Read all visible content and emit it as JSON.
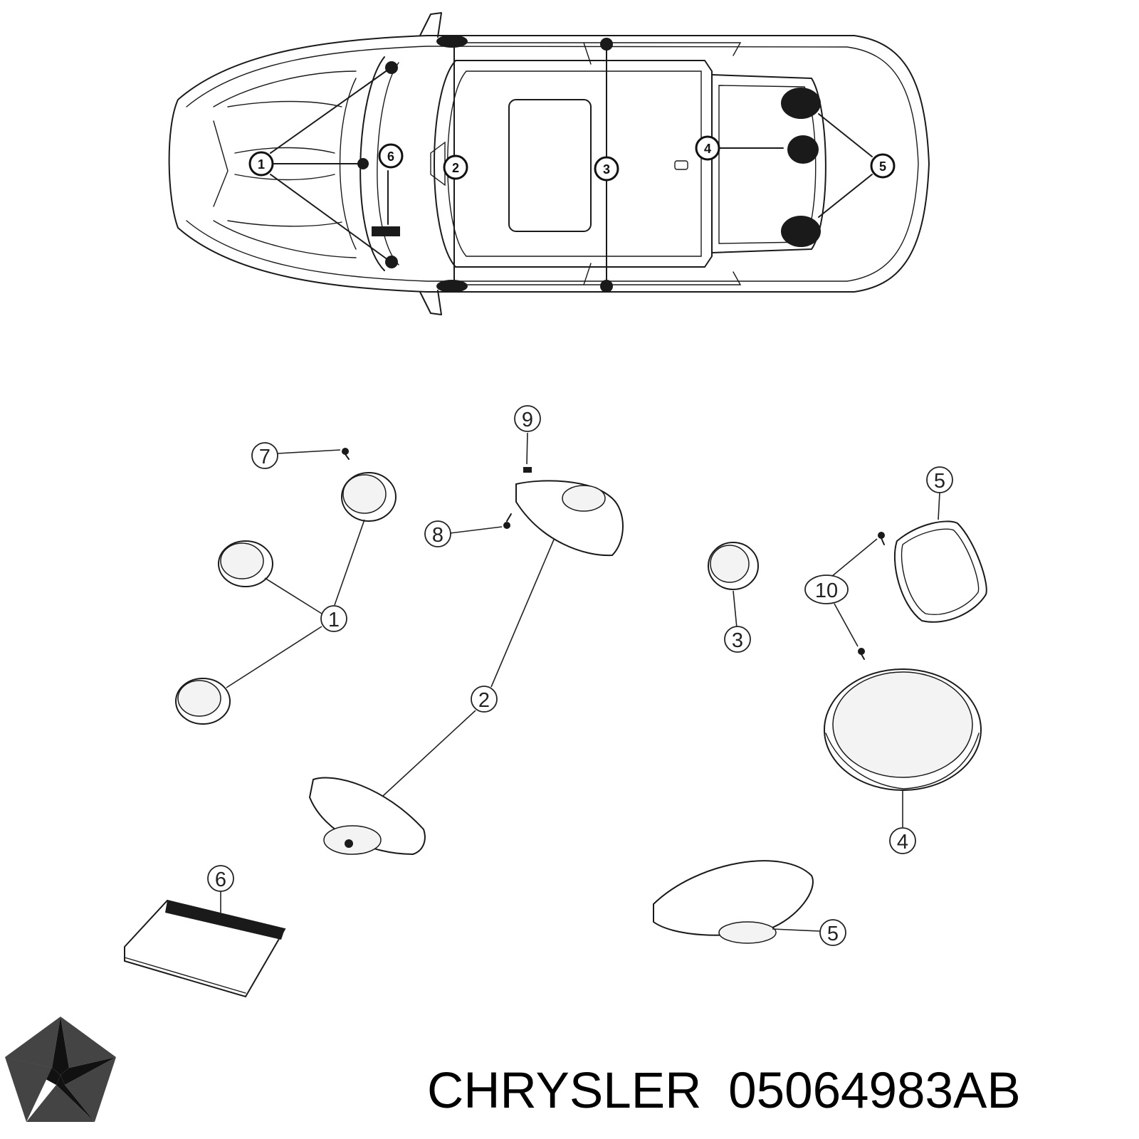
{
  "car_callouts": [
    "1",
    "2",
    "3",
    "4",
    "5",
    "6"
  ],
  "part_callouts": {
    "c1": "1",
    "c2": "2",
    "c3": "3",
    "c4": "4",
    "c5a": "5",
    "c5b": "5",
    "c6": "6",
    "c7": "7",
    "c8": "8",
    "c9": "9",
    "c10": "10"
  },
  "brand": {
    "name": "CHRYSLER",
    "part_number": "05064983AB"
  },
  "colors": {
    "line": "#1a1a1a",
    "background": "#ffffff"
  },
  "icons": {
    "logo": "chrysler-pentastar-logo"
  }
}
